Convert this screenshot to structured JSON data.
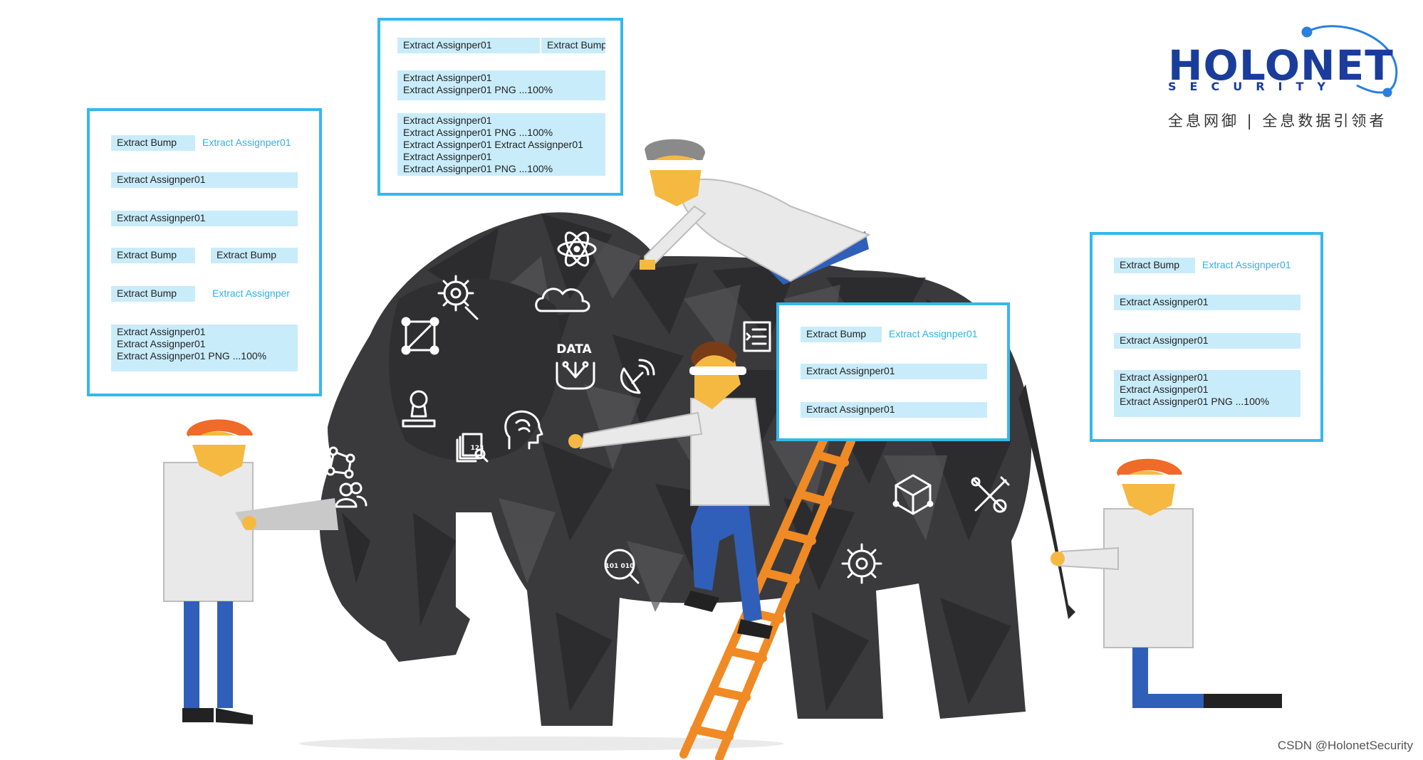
{
  "colors": {
    "panel_border": "#35b8ec",
    "bar_fill": "#c9ecfb",
    "elephant": "#3a3a3d",
    "brand_blue": "#1a3d9c",
    "ladder": "#f08a24",
    "hair": "#f06a2a",
    "skin": "#f5b942",
    "coat": "#e9e9e9",
    "pants": "#2f5fb8"
  },
  "logo": {
    "wordmark": "HOLONET",
    "subline": "SECURITY",
    "tagline": "全息网御 | 全息数据引领者"
  },
  "watermark": "CSDN @HolonetSecurity",
  "elephant": {
    "data_label": "DATA",
    "data_icon_digits": "123",
    "binary_icon_text": "101 010",
    "icons": [
      "atom-icon",
      "gear-wrench-icon",
      "cloud-icon",
      "vector-nodes-icon",
      "data-funnel-icon",
      "satellite-dish-icon",
      "list-indent-icon",
      "stamp-icon",
      "brain-head-icon",
      "stacked-documents-search-icon",
      "network-share-icon",
      "users-icon",
      "cube-icon",
      "tools-icon",
      "binary-search-icon",
      "gear-icon"
    ]
  },
  "panels": {
    "left": {
      "rows": [
        [
          "Extract Bump",
          "Extract Assignper01"
        ],
        [
          "Extract Assignper01"
        ],
        [
          "Extract Assignper01"
        ],
        [
          "Extract Bump",
          "Extract Bump"
        ],
        [
          "Extract Bump",
          "Extract Assignper"
        ],
        [
          "Extract Assignper01\nExtract Assignper01\nExtract Assignper01 PNG ...100%"
        ]
      ]
    },
    "top": {
      "rows": [
        [
          "Extract Assignper01",
          "Extract Bump"
        ],
        [
          "Extract Assignper01\nExtract Assignper01 PNG ...100%"
        ],
        [
          "Extract Assignper01\nExtract Assignper01 PNG ...100%\nExtract Assignper01 Extract Assignper01\nExtract Assignper01\nExtract Assignper01 PNG ...100%"
        ]
      ]
    },
    "middle": {
      "rows": [
        [
          "Extract Bump",
          "Extract Assignper01"
        ],
        [
          "Extract Assignper01"
        ],
        [
          "Extract Assignper01"
        ]
      ]
    },
    "right": {
      "rows": [
        [
          "Extract Bump",
          "Extract Assignper01"
        ],
        [
          "Extract Assignper01"
        ],
        [
          "Extract Assignper01"
        ],
        [
          "Extract Assignper01\nExtract Assignper01\nExtract Assignper01 PNG ...100%"
        ]
      ]
    }
  }
}
